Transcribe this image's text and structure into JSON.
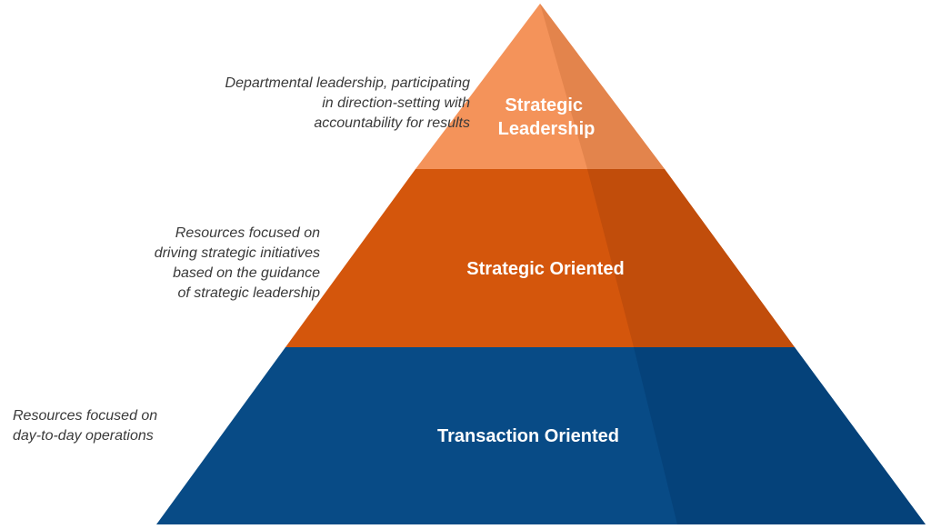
{
  "tiers": [
    {
      "label_lines": [
        "Strategic",
        "Leadership"
      ],
      "color": "#f4935a",
      "shade": "#e3844c",
      "description": [
        "Departmental leadership, participating",
        "in direction-setting with",
        "accountability for results"
      ]
    },
    {
      "label_lines": [
        "Strategic Oriented"
      ],
      "color": "#d4560c",
      "shade": "#c14d0b",
      "description": [
        "Resources focused on",
        "driving strategic initiatives",
        "based on the guidance",
        "of strategic leadership"
      ]
    },
    {
      "label_lines": [
        "Transaction Oriented"
      ],
      "color": "#084b86",
      "shade": "#05427a",
      "description": [
        "Resources focused on",
        "day-to-day operations"
      ]
    }
  ]
}
